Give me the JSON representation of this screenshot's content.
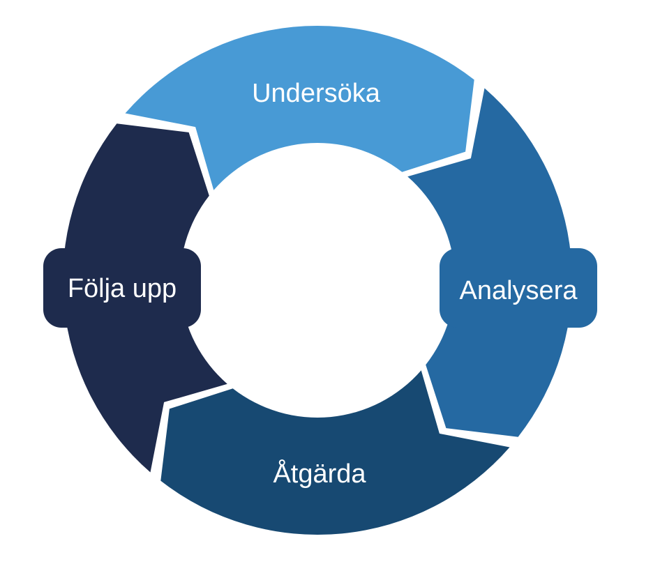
{
  "diagram": {
    "type": "cycle",
    "direction": "clockwise",
    "background_color": "#FFFFFF",
    "text_color": "#FFFFFF",
    "segments": [
      {
        "label": "Undersöka",
        "position": "top",
        "color": "#489AD5"
      },
      {
        "label": "Analysera",
        "position": "right",
        "color": "#2569A2"
      },
      {
        "label": "Åtgärda",
        "position": "bottom",
        "color": "#174972"
      },
      {
        "label": "Följa upp",
        "position": "left",
        "color": "#1E2B4D"
      }
    ]
  }
}
